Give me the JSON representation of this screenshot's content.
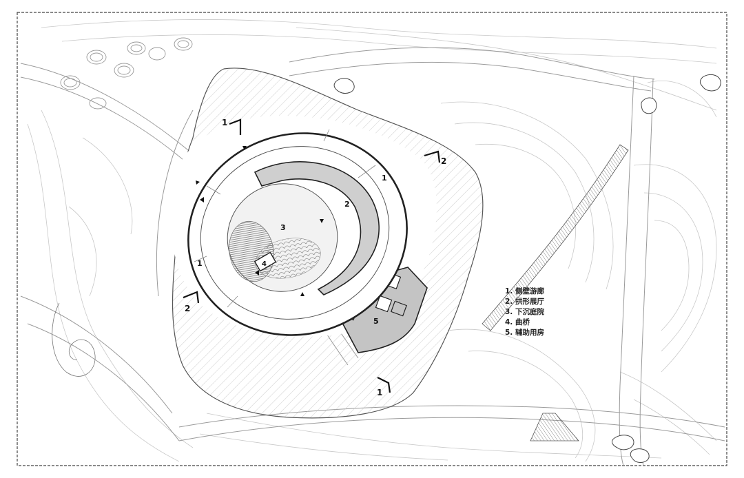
{
  "legend": {
    "items": [
      "1. 侧壁游廊",
      "2. 拱形展厅",
      "3. 下沉庭院",
      "4. 曲桥",
      "5. 辅助用房"
    ]
  },
  "plan_labels": {
    "gallery_1_east": "1",
    "gallery_1_west": "1",
    "hall_2": "2",
    "courtyard_3": "3",
    "bridge_4": "4",
    "service_5": "5",
    "section_1_top": "1",
    "section_1_bottom": "1",
    "section_2_right": "2",
    "section_2_left": "2"
  },
  "colors": {
    "background": "#ffffff",
    "hall_fill": "#cfcfcf",
    "service_fill": "#c4c4c4",
    "linework": "#333333",
    "contour": "#c8c8c8",
    "hatch": "#bdbdbd"
  }
}
